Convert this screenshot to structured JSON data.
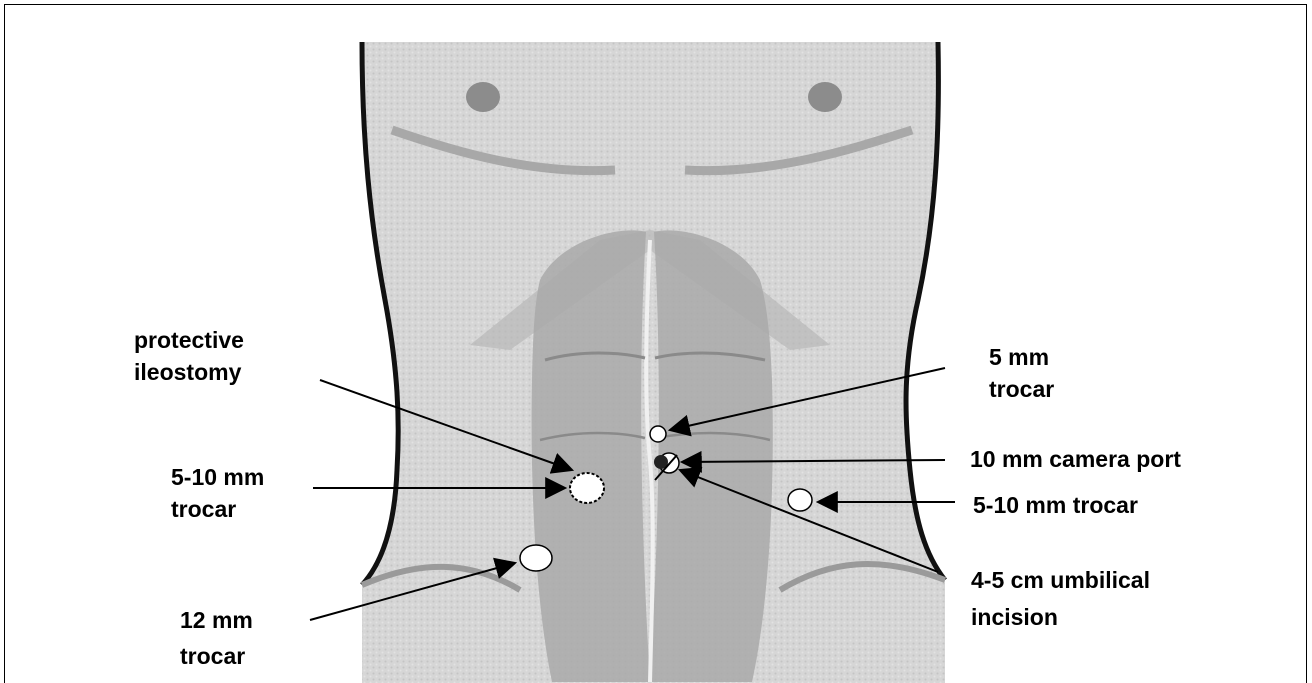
{
  "labels": {
    "protective_ileostomy": [
      "protective",
      "ileostomy"
    ],
    "trocar_5_10_left": [
      "5-10 mm",
      "trocar"
    ],
    "trocar_12": [
      "12 mm",
      "trocar"
    ],
    "trocar_5": [
      "5 mm",
      "trocar"
    ],
    "camera_port": [
      "10 mm camera port"
    ],
    "trocar_5_10_right": [
      "5-10 mm trocar"
    ],
    "umbilical_incision": [
      "4-5 cm umbilical",
      "incision"
    ]
  },
  "colors": {
    "skin": "#d4d4d4",
    "skin_dark": "#9a9a9a",
    "outline": "#111111",
    "port": "#ffffff"
  }
}
